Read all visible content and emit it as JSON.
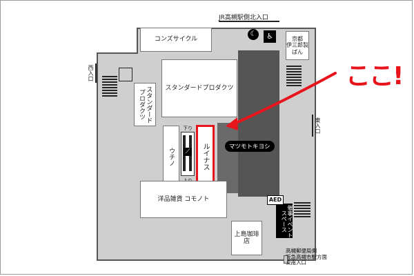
{
  "title_label": "JR高槻駅側北入口",
  "west_entrance": "西入口",
  "east_entrance": "東入口",
  "se_entrance": [
    "高槻郵便局側",
    "阪急高槻市駅方面",
    "東南入口"
  ],
  "shops": {
    "cons_cycle": "コンズサイクル",
    "standard_products_center": "スタンダードプロダクツ",
    "standard_products_side": "スタンダードプロダクツ",
    "uchino": "ウチノ",
    "luinas": "ルイナス",
    "matsumoto_kiyoshi": "マツモトキヨシ",
    "yoyo_komonoto": "洋品雑貨 コモノト",
    "ueshima_coffee": "上島珈琲店",
    "kyoto_iseido": [
      "京都",
      "伊三郎製",
      "ぱん"
    ],
    "event_space": "催事イベントスペース"
  },
  "escalator_labels": {
    "down": "下り",
    "up": "上り"
  },
  "aed_label": "AED",
  "callout_text": "ここ!",
  "colors": {
    "highlight": "#e8141c",
    "floor": "#cfcfcf",
    "dark_zone": "#6a6a6a"
  }
}
